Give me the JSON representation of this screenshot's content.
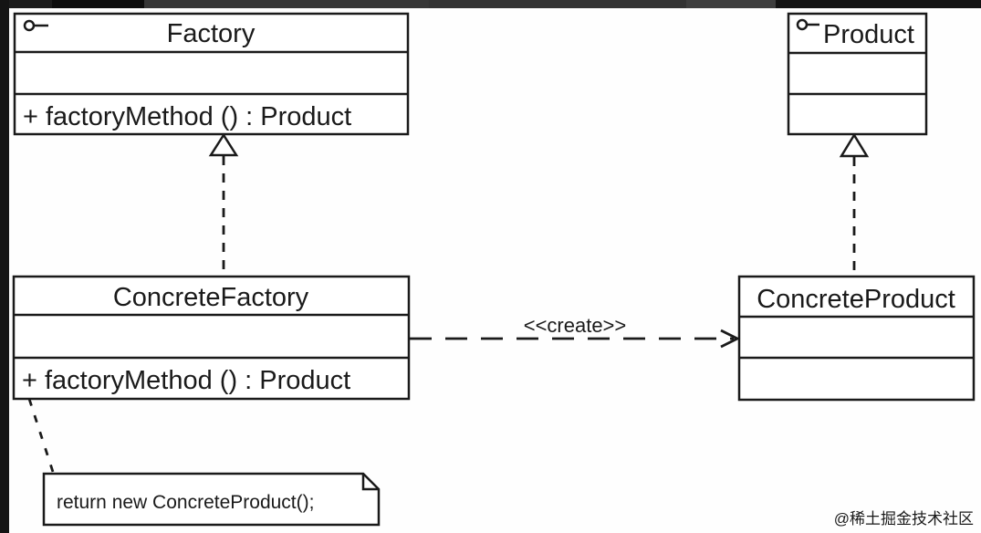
{
  "page": {
    "background": "#fefefe",
    "line_color": "#1a1a1a",
    "top_bar_colors": [
      "#1c1c1c",
      "#0d0d0d",
      "#373737",
      "#333333",
      "#3e3e3e",
      "#131313"
    ],
    "side_bar_color": "#141414",
    "watermark": {
      "text": "@稀土掘金技术社区",
      "color": "#bdbdbd"
    }
  },
  "diagram": {
    "type": "uml-class-diagram",
    "classes": [
      {
        "id": "factory",
        "name": "Factory",
        "stereotype_icon": "interface-lollipop",
        "methods": [
          "+ factoryMethod () : Product"
        ]
      },
      {
        "id": "product",
        "name": "Product",
        "stereotype_icon": "interface-lollipop",
        "methods": []
      },
      {
        "id": "concrete-factory",
        "name": "ConcreteFactory",
        "methods": [
          "+ factoryMethod () : Product"
        ]
      },
      {
        "id": "concrete-product",
        "name": "ConcreteProduct",
        "methods": []
      }
    ],
    "relations": [
      {
        "from": "ConcreteFactory",
        "to": "Factory",
        "type": "realization-dashed-hollow-triangle"
      },
      {
        "from": "ConcreteProduct",
        "to": "Product",
        "type": "realization-dashed-hollow-triangle"
      },
      {
        "from": "ConcreteFactory",
        "to": "ConcreteProduct",
        "type": "dependency-dashed-open-arrow",
        "label": "<<create>>"
      }
    ],
    "note": {
      "text": "return new ConcreteProduct();"
    }
  }
}
